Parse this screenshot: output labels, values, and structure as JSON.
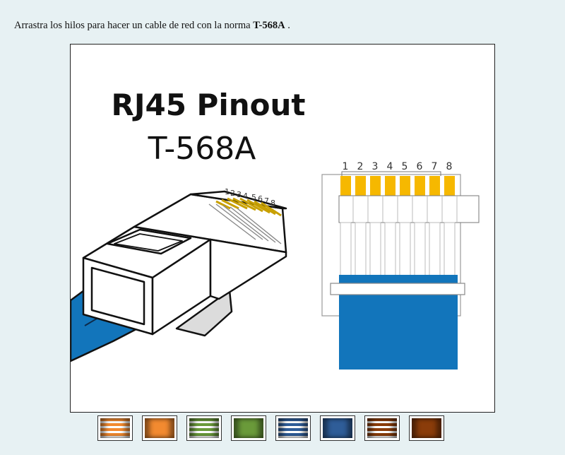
{
  "instruction": {
    "text_before": "Arrastra los hilos para hacer un cable de red con la norma",
    "standard": "T-568A",
    "text_after": " ."
  },
  "diagram": {
    "title": "RJ45 Pinout",
    "subtitle": "T-568A",
    "pin_numbers": [
      "1",
      "2",
      "3",
      "4",
      "5",
      "6",
      "7",
      "8"
    ]
  },
  "colors": {
    "cable_blue": "#1275bb",
    "pin_gold": "#f6b800",
    "orange": "#f28a30",
    "green": "#6a9a3a",
    "blue": "#2f5d98",
    "brown": "#8a3c0a"
  },
  "wires": [
    {
      "name": "white-orange",
      "base": "#f28a30",
      "striped": true
    },
    {
      "name": "orange",
      "base": "#f28a30",
      "striped": false
    },
    {
      "name": "white-green",
      "base": "#6a9a3a",
      "striped": true
    },
    {
      "name": "green",
      "base": "#6a9a3a",
      "striped": false
    },
    {
      "name": "white-blue",
      "base": "#2f5d98",
      "striped": true
    },
    {
      "name": "blue",
      "base": "#2f5d98",
      "striped": false
    },
    {
      "name": "white-brown",
      "base": "#8a3c0a",
      "striped": true
    },
    {
      "name": "brown",
      "base": "#8a3c0a",
      "striped": false
    }
  ]
}
